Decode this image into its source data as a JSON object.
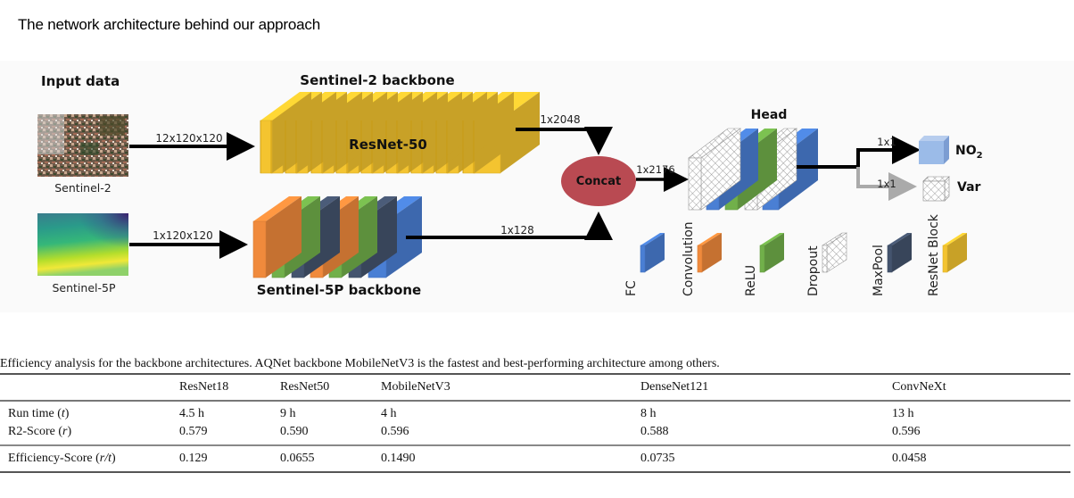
{
  "page": {
    "title": "The network architecture behind our approach"
  },
  "diagram": {
    "input_section_label": "Input data",
    "inputs": [
      {
        "label": "Sentinel-2",
        "dims": "12x120x120",
        "image": "satellite-rgb-image"
      },
      {
        "label": "Sentinel-5P",
        "dims": "1x120x120",
        "image": "viridis-gradient-image"
      }
    ],
    "backbones": [
      {
        "title": "Sentinel-2 backbone",
        "inner_label": "ResNet-50",
        "output_dims": "1x2048"
      },
      {
        "title": "Sentinel-5P backbone",
        "output_dims": "1x128"
      }
    ],
    "concat": {
      "label": "Concat",
      "output_dims": "1x2176"
    },
    "head": {
      "title": "Head",
      "outputs": [
        {
          "label_main": "NO",
          "label_sub": "2",
          "dims": "1x1"
        },
        {
          "label_main": "Var",
          "label_sub": "",
          "dims": "1x1"
        }
      ]
    },
    "legend": [
      {
        "label": "FC",
        "color": "#4a7fd4"
      },
      {
        "label": "Convolution",
        "color": "#f08a3c"
      },
      {
        "label": "ReLU",
        "color": "#71b04a"
      },
      {
        "label": "Dropout",
        "color": "hatched"
      },
      {
        "label": "MaxPool",
        "color": "#44546e"
      },
      {
        "label": "ResNet Block",
        "color": "#f4c430"
      }
    ],
    "colors": {
      "resnet_block": "#f4c430",
      "fc": "#4a7fd4",
      "convolution": "#f08a3c",
      "relu": "#71b04a",
      "maxpool": "#44546e",
      "concat": "#b94a52",
      "no2_cube": "#9bbbe8"
    }
  },
  "table": {
    "caption": "Efficiency analysis for the backbone architectures. AQNet backbone MobileNetV3 is the fastest and best-performing architecture among others.",
    "columns": [
      "",
      "ResNet18",
      "ResNet50",
      "MobileNetV3",
      "DenseNet121",
      "ConvNeXt"
    ],
    "rows": [
      {
        "label": "Run time (",
        "var": "t",
        "suffix": ")",
        "values": [
          "4.5 h",
          "9 h",
          "4 h",
          "8 h",
          "13 h"
        ],
        "bold": [
          false,
          false,
          true,
          false,
          false
        ]
      },
      {
        "label": "R2-Score (",
        "var": "r",
        "suffix": ")",
        "values": [
          "0.579",
          "0.590",
          "0.596",
          "0.588",
          "0.596"
        ],
        "bold": [
          false,
          false,
          true,
          false,
          true
        ]
      },
      {
        "label": "Efficiency-Score (",
        "var": "r/t",
        "suffix": ")",
        "values": [
          "0.129",
          "0.0655",
          "0.1490",
          "0.0735",
          "0.0458"
        ],
        "bold": [
          false,
          false,
          true,
          false,
          false
        ]
      }
    ]
  }
}
